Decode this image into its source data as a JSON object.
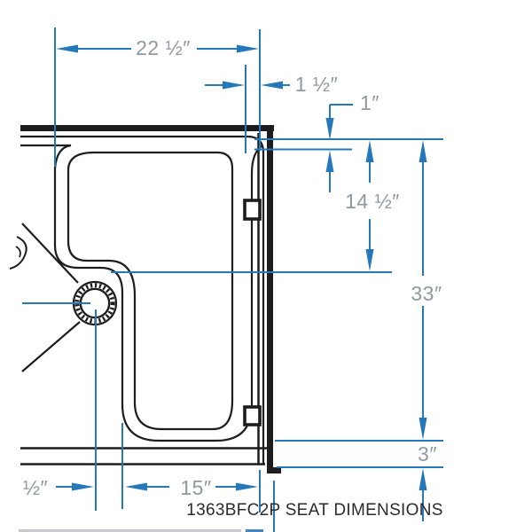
{
  "drawing": {
    "caption": "1363BFC2P SEAT DIMENSIONS",
    "dimensions": {
      "top_width": "22 ½″",
      "rim_lip_gap": "1 ½″",
      "rim_offset": "1″",
      "seat_depth": "14 ½″",
      "overall_height": "33″",
      "bottom_gap": "3″",
      "drain_offset": "½″",
      "seat_width": "15″"
    },
    "colors": {
      "dimension_blue": "#2579bb",
      "dimension_text_gray": "#8f99a2",
      "drawing_black": "#1d1d1f"
    }
  }
}
